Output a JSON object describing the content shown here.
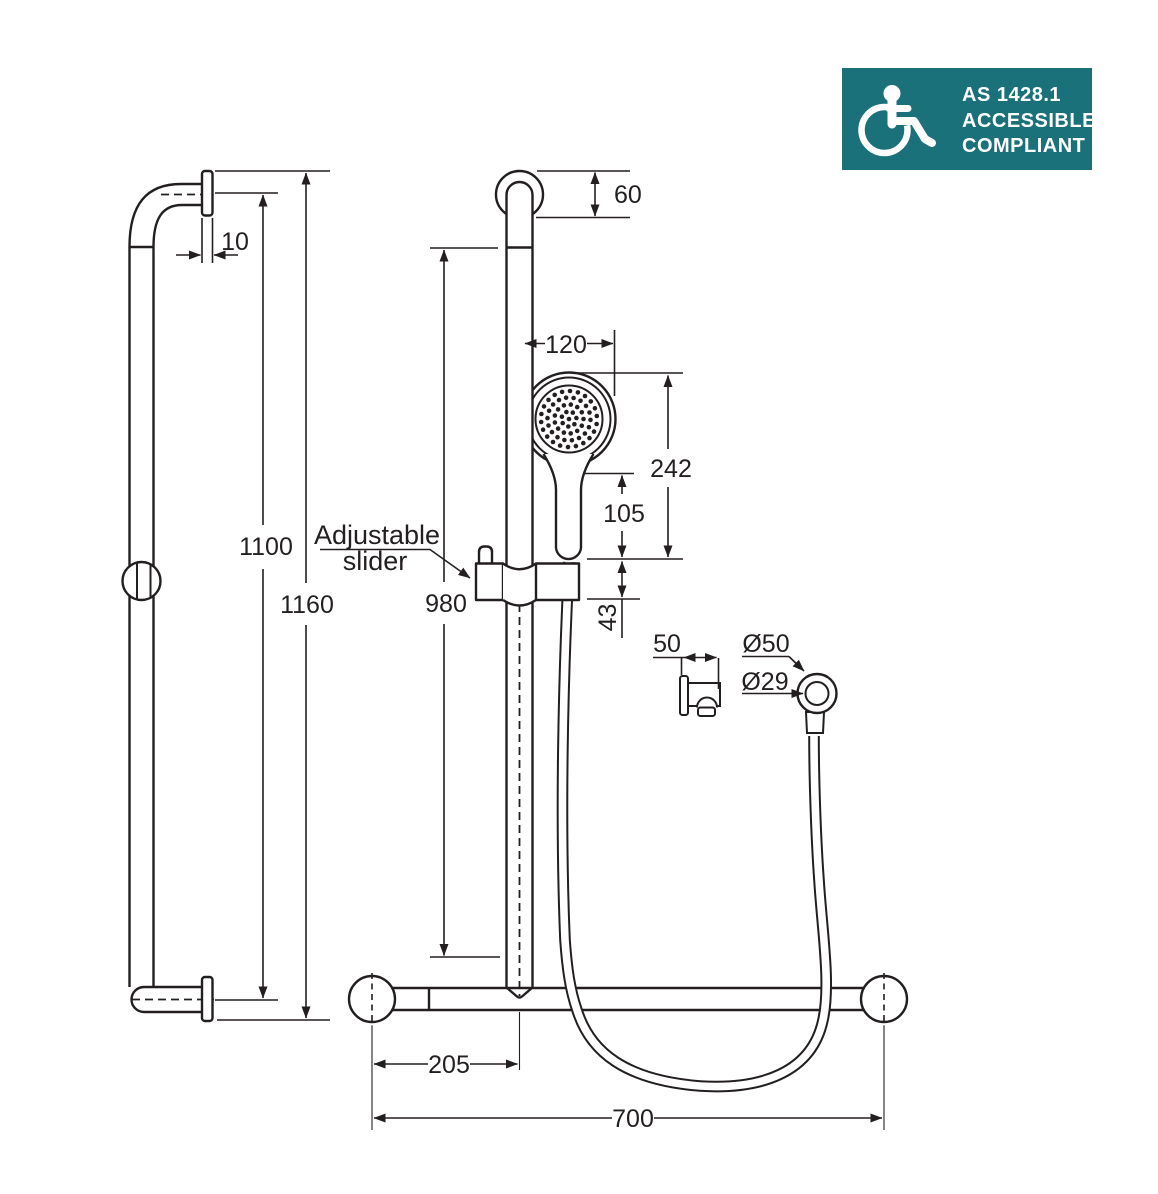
{
  "badge": {
    "line1": "AS 1428.1",
    "line2": "ACCESSIBLE",
    "line3": "COMPLIANT",
    "bg_color": "#1b717a",
    "icon": "wheelchair-icon"
  },
  "callout": {
    "line1": "Adjustable",
    "line2": "slider"
  },
  "side_view": {
    "dims": {
      "flange_thickness": "10",
      "centreline_height": "1100",
      "overall_height": "1160"
    }
  },
  "front_view": {
    "dims": {
      "top_flange_offset": "60",
      "handpiece_width": "120",
      "handpiece_length": "242",
      "handle_length": "105",
      "rail_length": "980",
      "slider_height": "43",
      "bracket_depth": "50",
      "outlet_outer_dia": "Ø50",
      "outlet_inner_dia": "Ø29",
      "rail_offset": "205",
      "bar_length": "700"
    }
  },
  "drawing": {
    "ink_color": "#231f20"
  }
}
